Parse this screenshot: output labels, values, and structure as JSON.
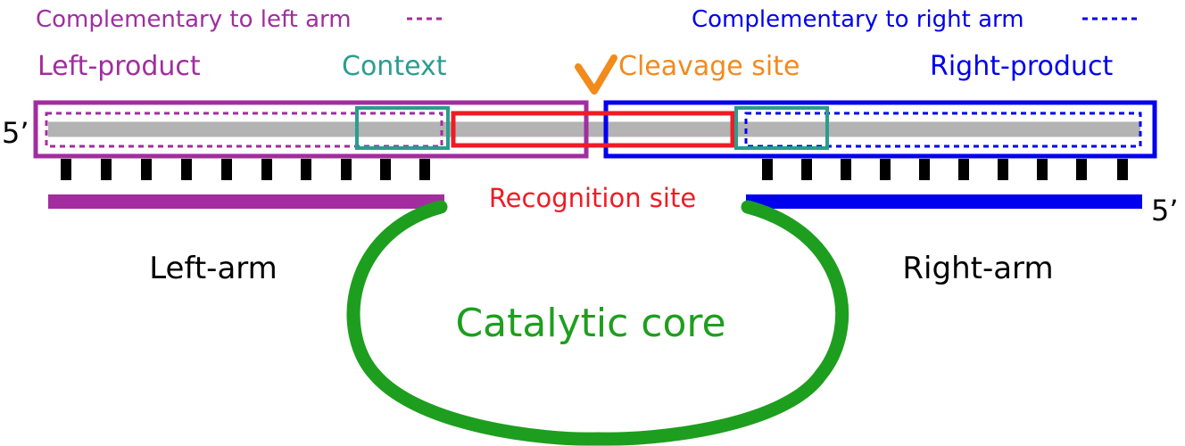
{
  "legend": {
    "left_complementary": "Complementary to left arm",
    "right_complementary": "Complementary to right arm"
  },
  "labels": {
    "left_product": "Left-product",
    "context": "Context",
    "cleavage_site": "Cleavage site",
    "right_product": "Right-product",
    "substrate_five_prime": "5’",
    "enzyme_five_prime": "5’",
    "recognition_site": "Recognition site",
    "left_arm": "Left-arm",
    "right_arm": "Right-arm",
    "catalytic_core": "Catalytic core"
  },
  "colors": {
    "left": "#a12d9f",
    "right": "#0000ee",
    "context": "#2a9d8f",
    "cleavage": "#f28a1c",
    "recognition": "#ee1c24",
    "core": "#1e9e1e",
    "substrate": "#b3b3b3",
    "bonds": "#000000",
    "text": "#000000"
  }
}
